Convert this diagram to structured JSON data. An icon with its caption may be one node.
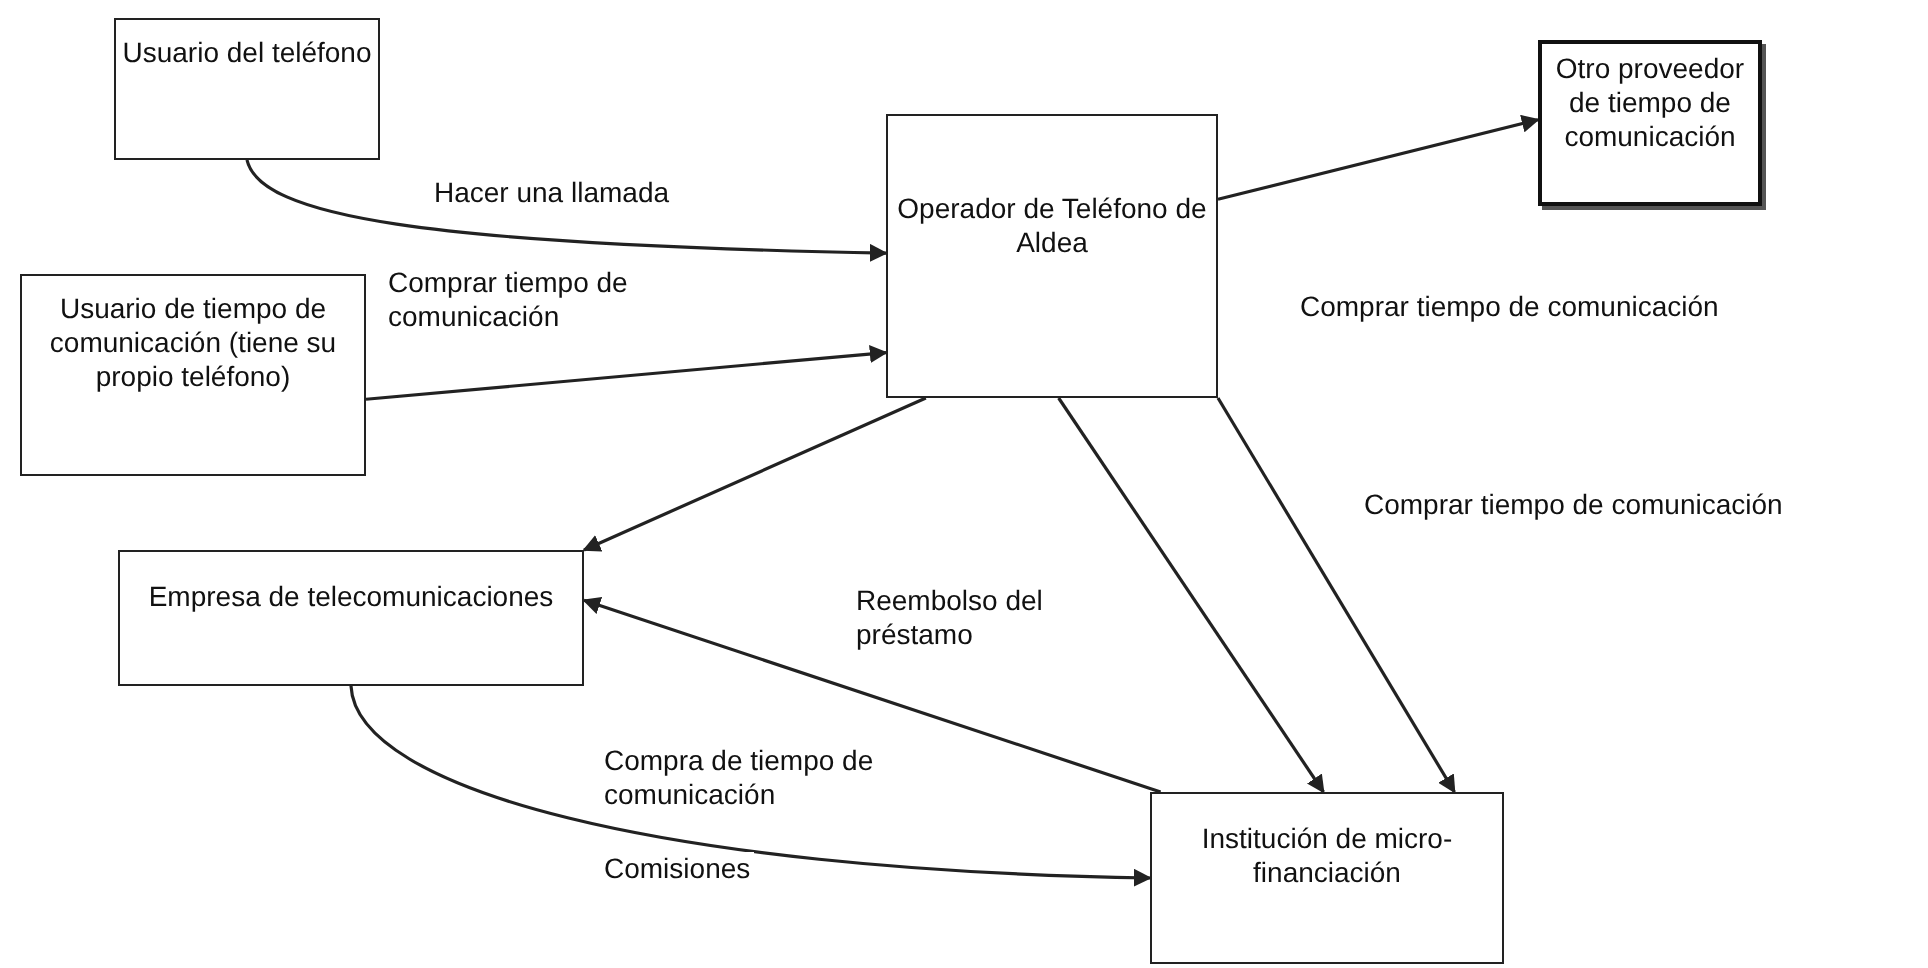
{
  "diagram": {
    "nodes": [
      {
        "text": [
          "Usuario del teléfono"
        ]
      },
      {
        "text": [
          "Usuario de tiempo de comunicación (tiene su propio teléfono)"
        ]
      },
      {
        "text": [
          "Operador de Teléfono de Aldea"
        ]
      },
      {
        "text": [
          "Otro proveedor de tiempo de comunicación"
        ]
      },
      {
        "text": [
          "Empresa de telecomunicaciones"
        ]
      },
      {
        "text": [
          "Institución de micro-financiación"
        ]
      }
    ],
    "edges": [
      {
        "from": 0,
        "to": 2,
        "arrow": "to",
        "label": "Hacer una llamada"
      },
      {
        "from": 1,
        "to": 2,
        "arrow": "to",
        "label": "Comprar tiempo de comunicación"
      },
      {
        "from": 2,
        "to": 3,
        "arrow": "to",
        "label": "Comprar tiempo de comunicación"
      },
      {
        "from": 2,
        "to": 4,
        "arrow": "to"
      },
      {
        "from": 5,
        "to": 4,
        "arrow": "to",
        "label": "Reembolso del préstamo"
      },
      {
        "from": 2,
        "to": 5,
        "arrow": "to"
      },
      {
        "from": 2,
        "to": 5,
        "arrow": "to",
        "label": "Comprar tiempo de comunicación"
      },
      {
        "from": 4,
        "to": 5,
        "arrow": "to",
        "label": "Compra de tiempo de comunicación"
      }
    ],
    "labels": [
      "Comisiones"
    ]
  }
}
